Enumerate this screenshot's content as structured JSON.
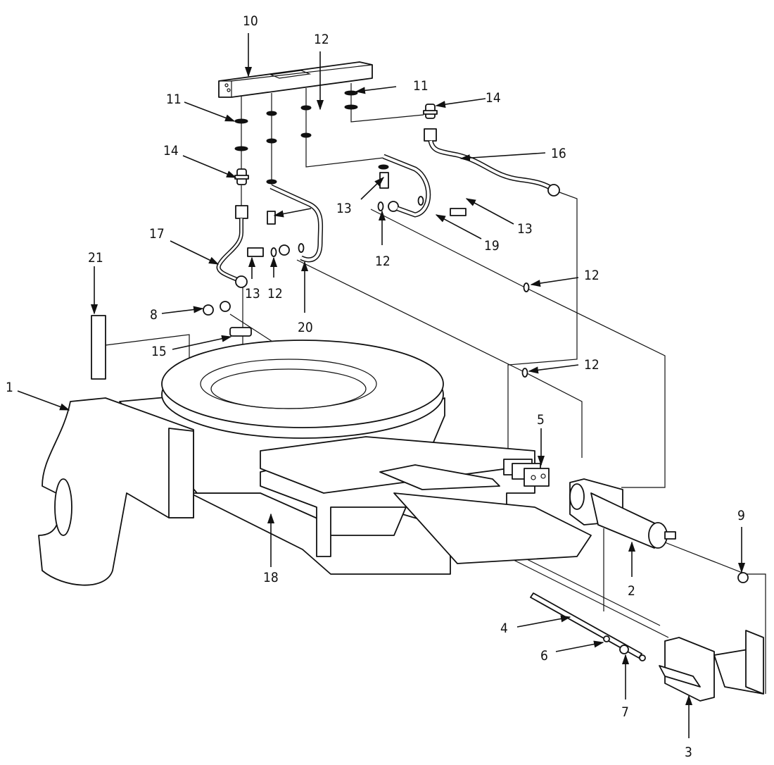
{
  "diagram": {
    "title": "",
    "type": "exploded-parts-view",
    "callouts": [
      {
        "id": "c10",
        "label": "10"
      },
      {
        "id": "c12a",
        "label": "12"
      },
      {
        "id": "c11a",
        "label": "11"
      },
      {
        "id": "c11b",
        "label": "11"
      },
      {
        "id": "c14a",
        "label": "14"
      },
      {
        "id": "c14b",
        "label": "14"
      },
      {
        "id": "c16",
        "label": "16"
      },
      {
        "id": "c13a",
        "label": "13"
      },
      {
        "id": "c13b",
        "label": "13"
      },
      {
        "id": "c13c",
        "label": "13"
      },
      {
        "id": "c19",
        "label": "19"
      },
      {
        "id": "c12b",
        "label": "12"
      },
      {
        "id": "c17",
        "label": "17"
      },
      {
        "id": "c12c",
        "label": "12"
      },
      {
        "id": "c20",
        "label": "20"
      },
      {
        "id": "c21",
        "label": "21"
      },
      {
        "id": "c12d",
        "label": "12"
      },
      {
        "id": "c8",
        "label": "8"
      },
      {
        "id": "c15",
        "label": "15"
      },
      {
        "id": "c12e",
        "label": "12"
      },
      {
        "id": "c1",
        "label": "1"
      },
      {
        "id": "c5",
        "label": "5"
      },
      {
        "id": "c9",
        "label": "9"
      },
      {
        "id": "c18",
        "label": "18"
      },
      {
        "id": "c2",
        "label": "2"
      },
      {
        "id": "c4",
        "label": "4"
      },
      {
        "id": "c6",
        "label": "6"
      },
      {
        "id": "c7",
        "label": "7"
      },
      {
        "id": "c3",
        "label": "3"
      }
    ]
  }
}
